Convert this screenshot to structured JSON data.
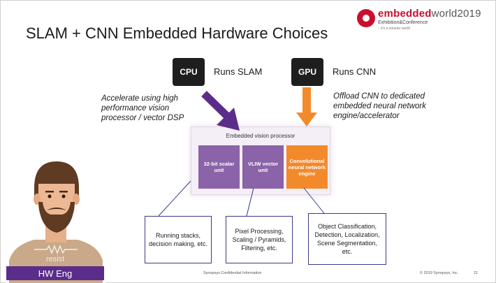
{
  "slide": {
    "title": "SLAM + CNN Embedded Hardware Choices",
    "logo": {
      "word_1": "embedded",
      "word_2": "world2019",
      "subtitle": "Exhibition&Conference",
      "tagline": "...it's a smarter world",
      "brand_color": "#c8102e"
    },
    "cpu": {
      "chip_label": "CPU",
      "caption": "Runs SLAM",
      "annotation_lines": [
        "Accelerate using high",
        "performance vision",
        "processor / vector DSP"
      ],
      "arrow_color": "#5b2d8a"
    },
    "gpu": {
      "chip_label": "GPU",
      "caption": "Runs CNN",
      "annotation_lines": [
        "Offload CNN to dedicated",
        "embedded neural network",
        "engine/accelerator"
      ],
      "arrow_color": "#f28a2c"
    },
    "processor": {
      "title": "Embedded vision processor",
      "units": [
        {
          "label": "32-bit scalar unit",
          "color": "#8a63a8"
        },
        {
          "label": "VLIW vector unit",
          "color": "#8a63a8"
        },
        {
          "label": "Convolutional neural network engine",
          "color": "#f28a2c"
        }
      ]
    },
    "tasks": [
      {
        "text": "Running stacks, decision making, etc."
      },
      {
        "text": "Pixel Processing, Scaling / Pyramids, Filtering, etc."
      },
      {
        "text": "Object Classification, Detection, Localization, Scene Segmentation, etc."
      }
    ],
    "footer": {
      "center": "Synopsys Confidential Information",
      "copyright": "© 2019 Synopsys, Inc.",
      "page": "21"
    }
  },
  "avatar": {
    "resist_label": "resist",
    "role_label": "HW Eng",
    "role_color": "#5b2d8a"
  }
}
